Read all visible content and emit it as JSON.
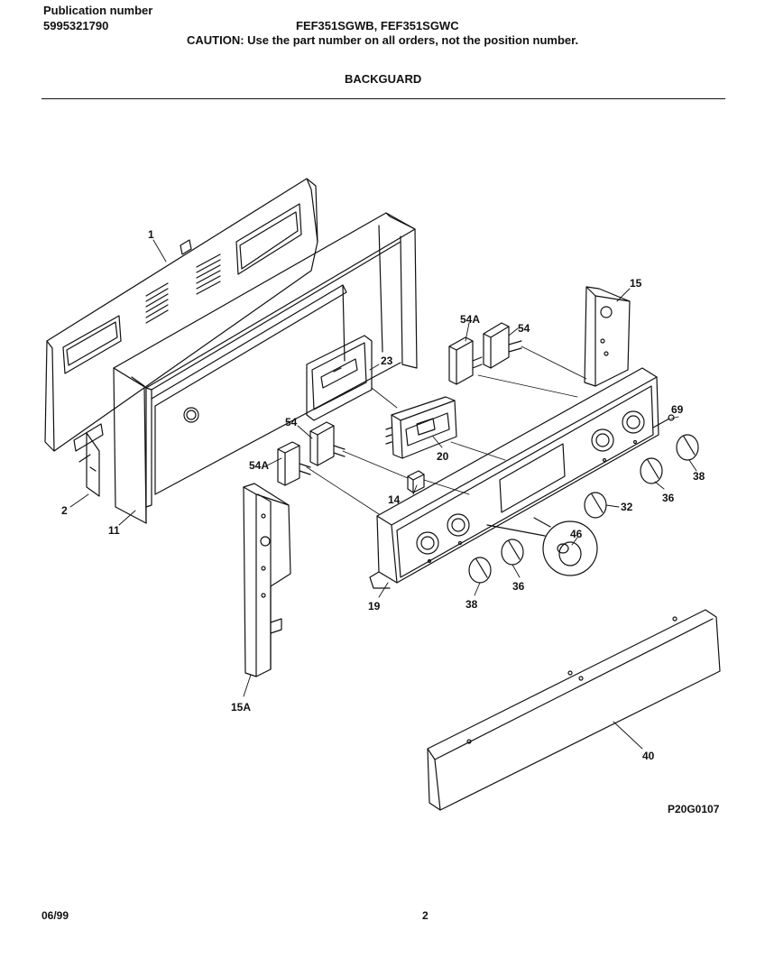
{
  "header": {
    "publication_label": "Publication number",
    "publication_number": "5995321790",
    "models": "FEF351SGWB, FEF351SGWC",
    "caution": "CAUTION:  Use the part number on all orders, not the position number.",
    "section_title": "BACKGUARD"
  },
  "callouts": {
    "c1": "1",
    "c2": "2",
    "c11": "11",
    "c14": "14",
    "c15": "15",
    "c15a": "15A",
    "c19": "19",
    "c20": "20",
    "c23": "23",
    "c32": "32",
    "c36a": "36",
    "c36b": "36",
    "c38a": "38",
    "c38b": "38",
    "c40": "40",
    "c46": "46",
    "c54a": "54",
    "c54b": "54",
    "c54aa": "54A",
    "c54ab": "54A",
    "c69": "69"
  },
  "footer": {
    "figure_code": "P20G0107",
    "date": "06/99",
    "page": "2"
  }
}
